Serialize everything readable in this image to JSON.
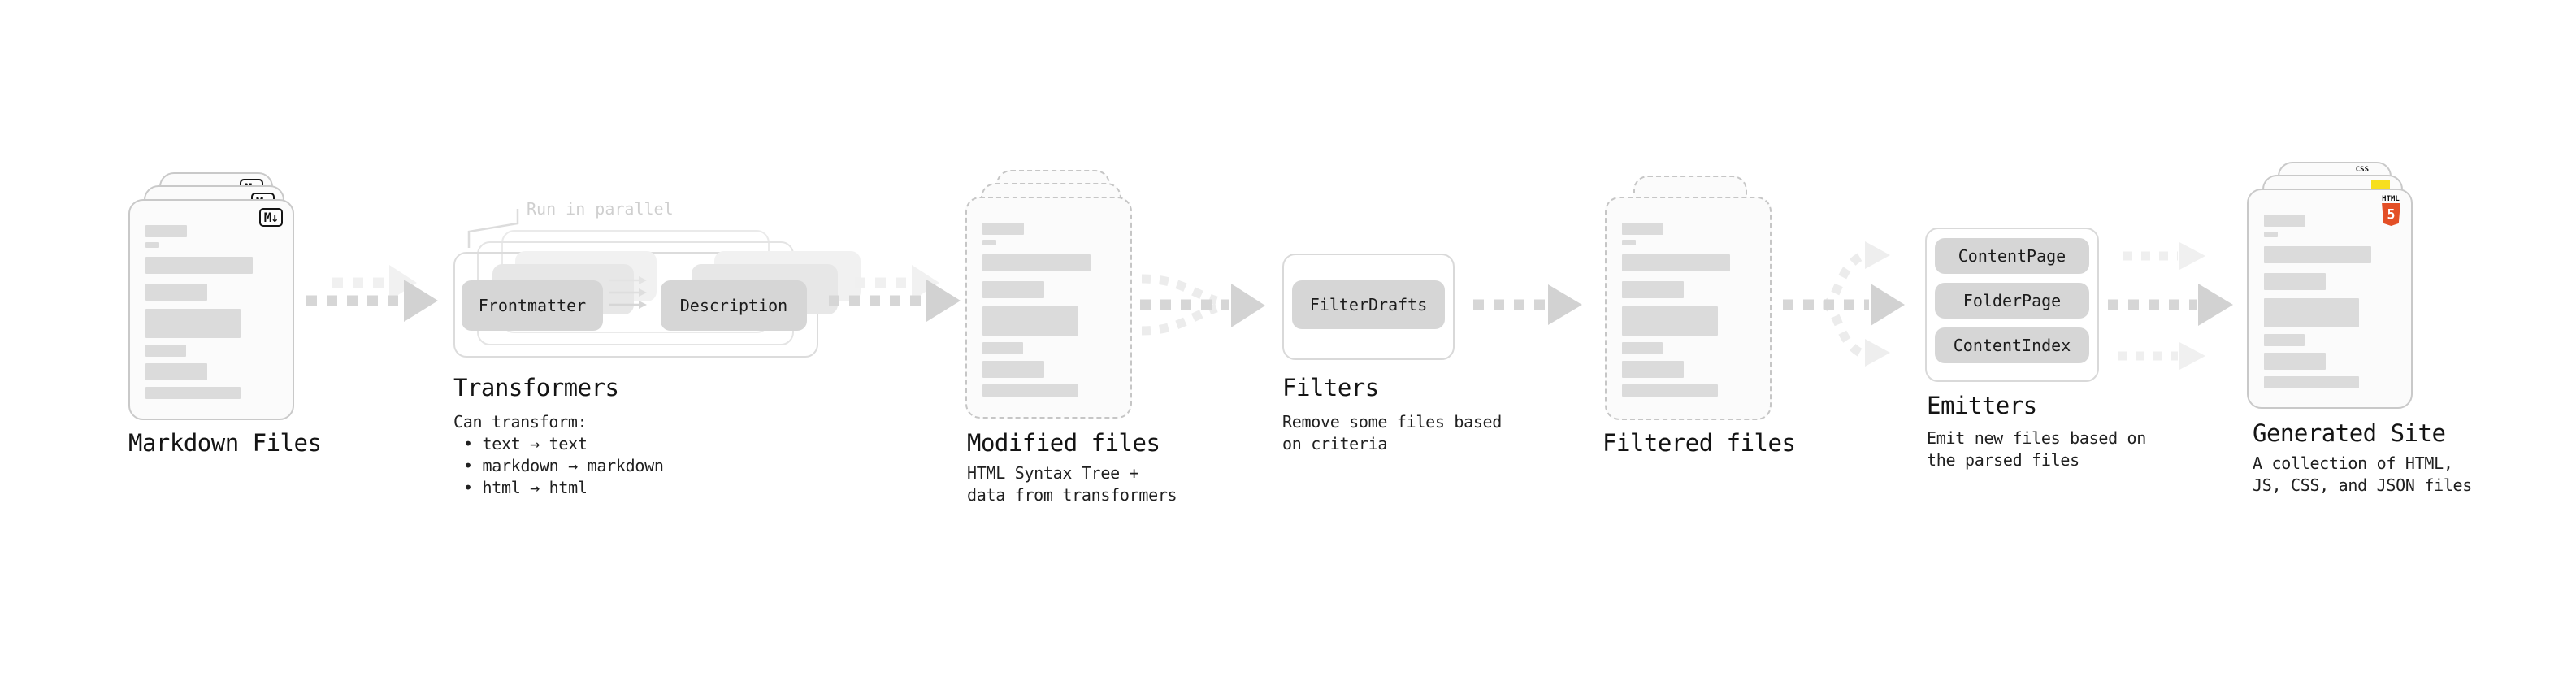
{
  "stages": {
    "markdown": {
      "title": "Markdown Files",
      "badge": "M↓"
    },
    "transformers": {
      "title": "Transformers",
      "annotation": "Run in parallel",
      "pill_left": "Frontmatter",
      "pill_right": "Description",
      "desc_heading": "Can transform:",
      "bullets": [
        "• text → text",
        "• markdown → markdown",
        "• html → html"
      ]
    },
    "modified": {
      "title": "Modified files",
      "desc_line1": "HTML Syntax Tree +",
      "desc_line2": "data from transformers"
    },
    "filters": {
      "title": "Filters",
      "pill": "FilterDrafts",
      "desc_line1": "Remove some files based",
      "desc_line2": "on criteria"
    },
    "filtered": {
      "title": "Filtered files"
    },
    "emitters": {
      "title": "Emitters",
      "pills": [
        "ContentPage",
        "FolderPage",
        "ContentIndex"
      ],
      "desc_line1": "Emit new files based on",
      "desc_line2": "the parsed files"
    },
    "generated": {
      "title": "Generated Site",
      "badge_css": "CSS",
      "badge_html_label": "HTML",
      "badge_html_number": "5",
      "desc_line1": "A collection of HTML,",
      "desc_line2": "JS, CSS, and JSON files"
    }
  },
  "colors": {
    "css_blue": "#2965f1",
    "js_yellow": "#f7df1e",
    "html_orange": "#e34f26"
  }
}
